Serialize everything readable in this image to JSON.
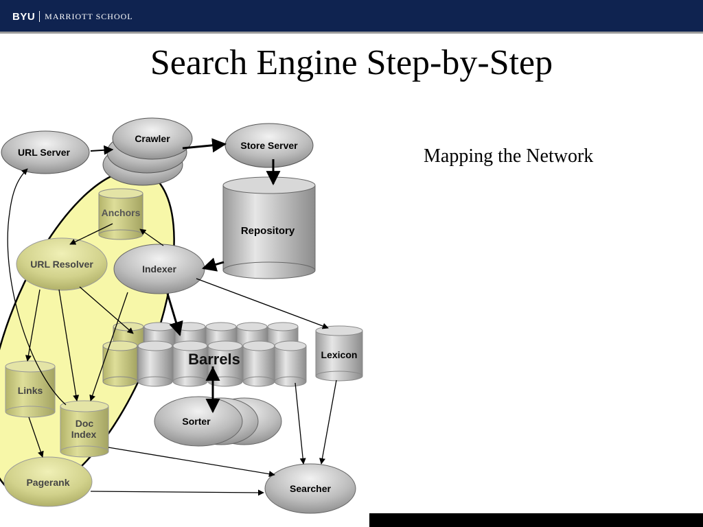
{
  "header": {
    "brand": "BYU",
    "school": "MARRIOTT SCHOOL"
  },
  "title": "Search Engine Step-by-Step",
  "subtitle": "Mapping the Network",
  "diagram": {
    "url_server": "URL Server",
    "crawler": "Crawler",
    "store_server": "Store Server",
    "repository": "Repository",
    "anchors": "Anchors",
    "url_resolver": "URL Resolver",
    "indexer": "Indexer",
    "barrels": "Barrels",
    "lexicon": "Lexicon",
    "sorter": "Sorter",
    "links": "Links",
    "doc_index_line1": "Doc",
    "doc_index_line2": "Index",
    "pagerank": "Pagerank",
    "searcher": "Searcher"
  },
  "colors": {
    "header": "#0f2350",
    "highlight": "#f7f7a8",
    "node": "#b0b0b0"
  }
}
